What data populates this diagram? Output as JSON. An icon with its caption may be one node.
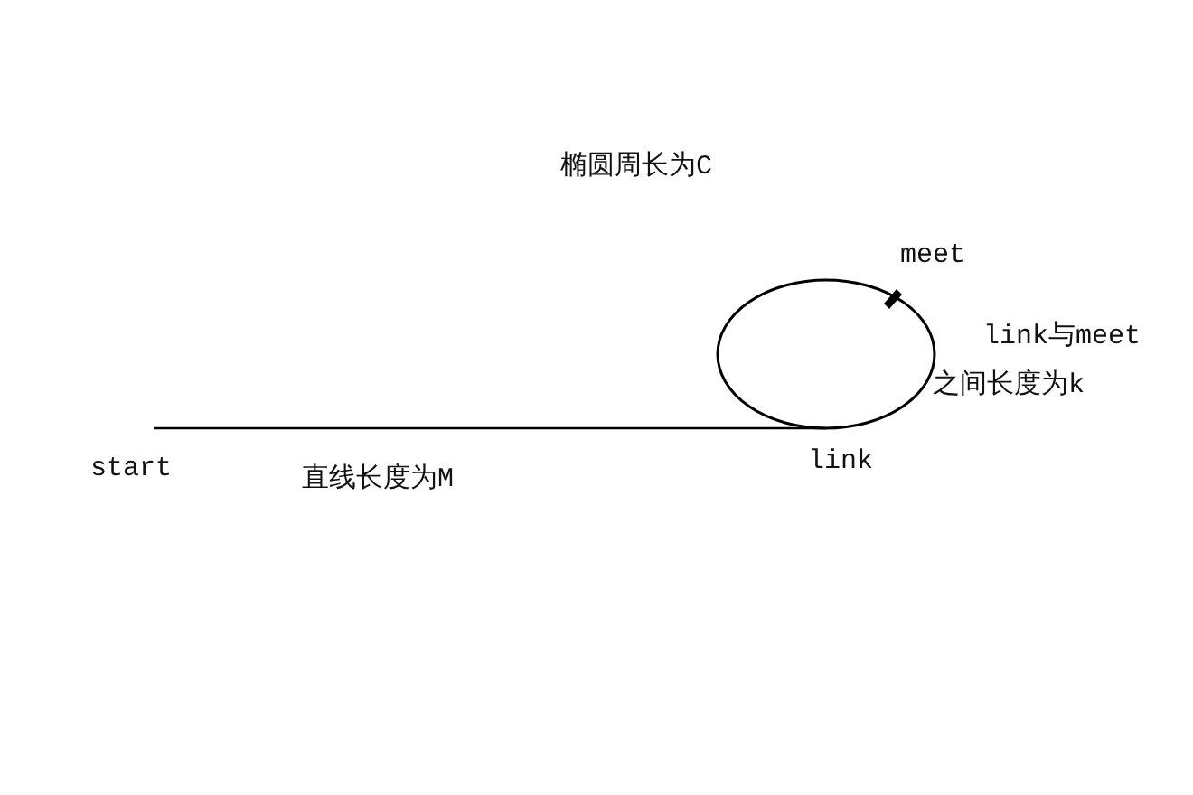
{
  "diagram": {
    "nodes": [
      {
        "text": [
          "start"
        ]
      },
      {
        "text": [],
        "shape": "circle",
        "beside": [
          "link"
        ]
      }
    ],
    "edges": [
      {
        "from": 0,
        "to": 1,
        "arrow": "none"
      }
    ],
    "labels": [
      "椭圆周长为C",
      "meet",
      "link与meet之间长度为k",
      "直线长度为M"
    ]
  }
}
